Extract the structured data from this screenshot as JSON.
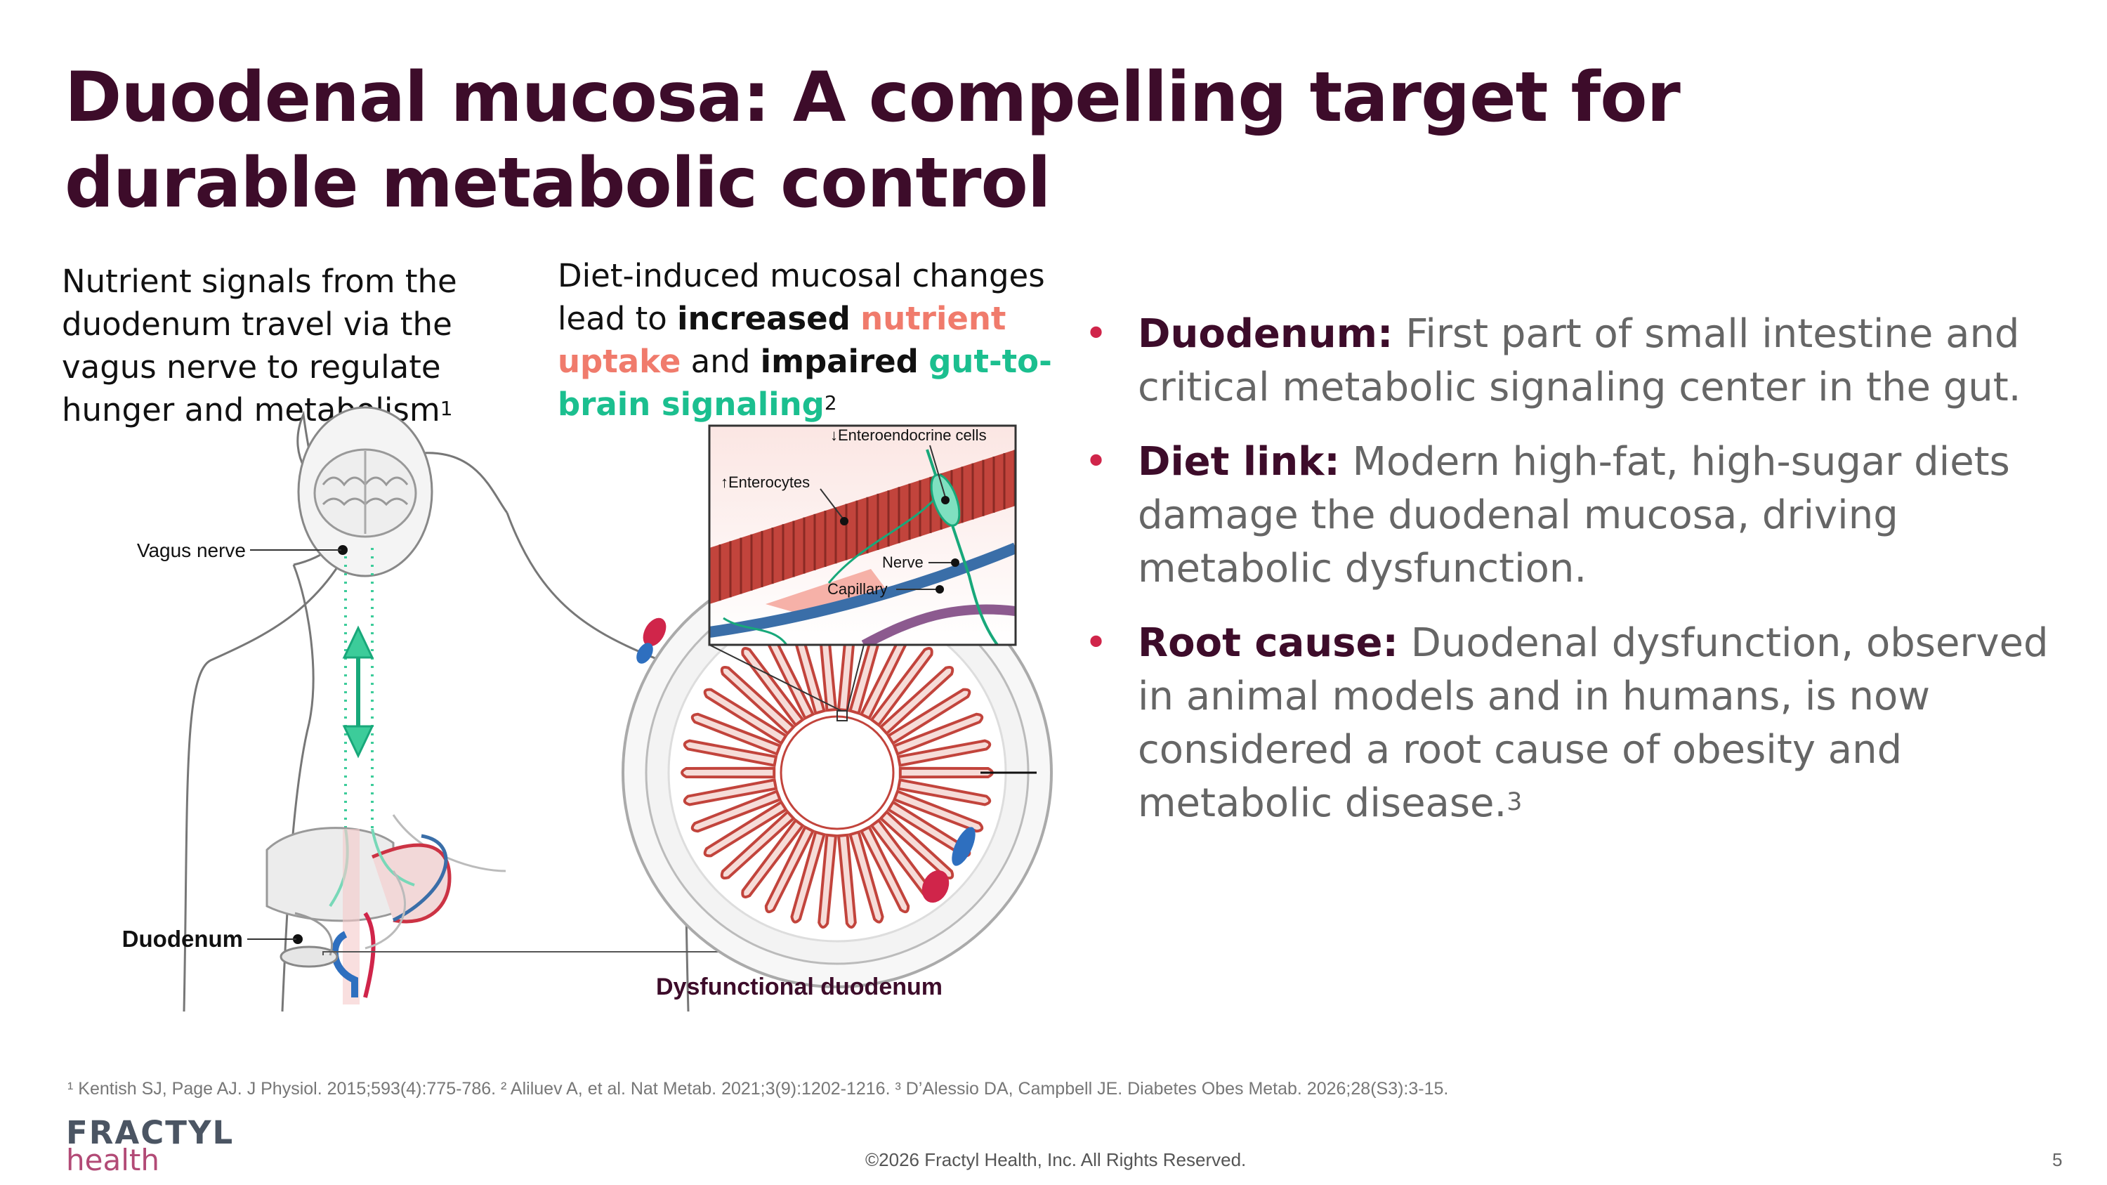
{
  "title": "Duodenal mucosa: A compelling target for durable metabolic control",
  "left_text": {
    "body": "Nutrient signals from the duodenum travel via the vagus nerve to regulate hunger and metabolism",
    "sup": "1"
  },
  "middle_text": {
    "part1": "Diet-induced mucosal changes lead to ",
    "bold1": "increased",
    "salmon": "nutrient uptake",
    "part2": " and ",
    "bold2": "impaired",
    "teal": "gut-to-brain signaling",
    "sup": "2"
  },
  "illustration_labels": {
    "vagus_nerve": "Vagus nerve",
    "duodenum": "Duodenum",
    "enteroendocrine": "↓Enteroendocrine cells",
    "enterocytes": "↑Enterocytes",
    "nerve": "Nerve",
    "capillary": "Capillary",
    "dysfunctional": "Dysfunctional  duodenum"
  },
  "bullets": [
    {
      "head": "Duodenum:",
      "text": "First part of small intestine and critical metabolic signaling center in the gut.",
      "sup": ""
    },
    {
      "head": "Diet link:",
      "text": "Modern high-fat, high-sugar diets damage the duodenal mucosa, driving metabolic dysfunction.",
      "sup": ""
    },
    {
      "head": "Root cause:",
      "text": "Duodenal dysfunction, observed in animal models and in humans, is now considered a root cause of obesity and metabolic disease.",
      "sup": "3"
    }
  ],
  "footnote": "¹ Kentish SJ, Page AJ. J Physiol. 2015;593(4):775-786. ² Aliluev A, et al. Nat Metab. 2021;3(9):1202-1216. ³ D’Alessio DA, Campbell JE. Diabetes Obes Metab. 2026;28(S3):3-15.",
  "logo": {
    "line1": "FRACTYL",
    "line2": "health"
  },
  "copyright": "©2026 Fractyl Health, Inc. All Rights Reserved.",
  "page_number": "5",
  "colors": {
    "title": "#3d0c2a",
    "bullet_dot": "#d0254a",
    "salmon": "#f07b6c",
    "teal": "#1bbf8f",
    "body_gray": "#666666"
  }
}
